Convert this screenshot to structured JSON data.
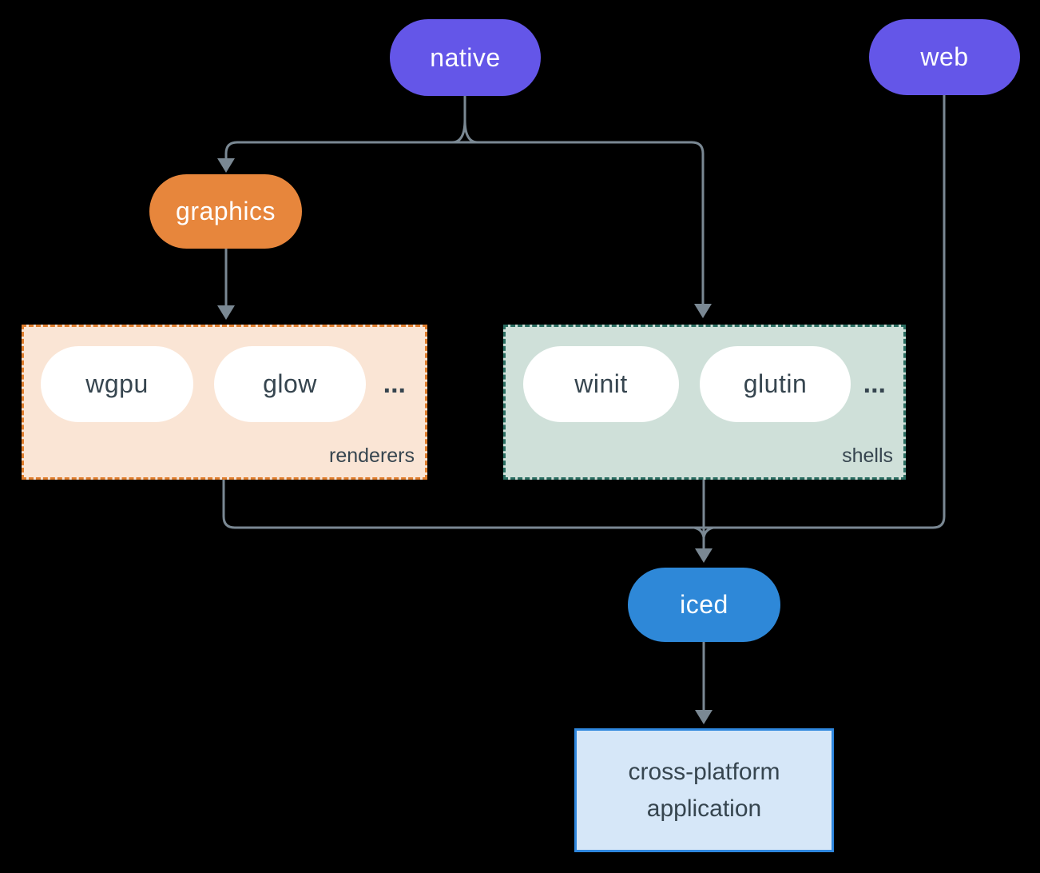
{
  "title": "iced ecosystem diagram",
  "colors": {
    "bg": "#000000",
    "line": "#7A8893",
    "purple": "#6456E8",
    "orange": "#E7863C",
    "blue": "#2E88D8",
    "pill-text-light": "#FFFFFF",
    "pill-text-dark": "#36454F",
    "renderers-fill": "#FAE5D5",
    "renderers-border": "#DF7E2E",
    "shells-fill": "#CFE0D9",
    "shells-border": "#2B6E62",
    "app-fill": "#D6E7F8",
    "app-border": "#2F87DE"
  },
  "nodes": {
    "native": {
      "label": "native"
    },
    "web": {
      "label": "web"
    },
    "graphics": {
      "label": "graphics"
    },
    "wgpu": {
      "label": "wgpu"
    },
    "glow": {
      "label": "glow"
    },
    "winit": {
      "label": "winit"
    },
    "glutin": {
      "label": "glutin"
    },
    "iced": {
      "label": "iced"
    },
    "app": {
      "label": "cross-platform application"
    }
  },
  "groups": {
    "renderers": {
      "label": "renderers",
      "ellipsis": "..."
    },
    "shells": {
      "label": "shells",
      "ellipsis": "..."
    }
  },
  "edges": [
    {
      "from": "native",
      "to": "graphics"
    },
    {
      "from": "native",
      "to": "shells"
    },
    {
      "from": "graphics",
      "to": "renderers"
    },
    {
      "from": "web",
      "to": "iced"
    },
    {
      "from": "renderers",
      "to": "iced"
    },
    {
      "from": "shells",
      "to": "iced"
    },
    {
      "from": "iced",
      "to": "app"
    }
  ]
}
